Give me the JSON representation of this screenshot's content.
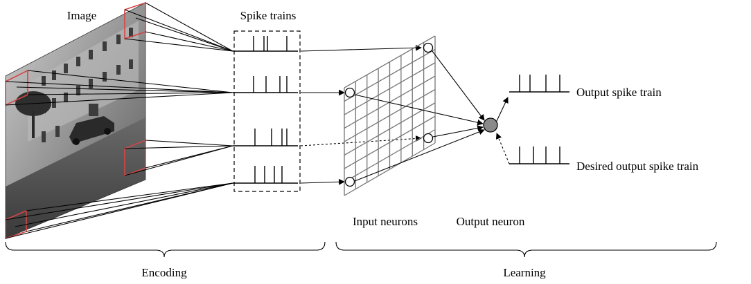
{
  "labels": {
    "image": "Image",
    "spike_trains": "Spike trains",
    "input_neurons": "Input neurons",
    "output_neuron": "Output neuron",
    "output_spike_train": "Output spike train",
    "desired_output_spike_train": "Desired output spike train",
    "encoding": "Encoding",
    "learning": "Learning"
  },
  "colors": {
    "receptive_field_box": "#d64545",
    "output_neuron_fill": "#8a8a8a",
    "grid": "#777777"
  }
}
